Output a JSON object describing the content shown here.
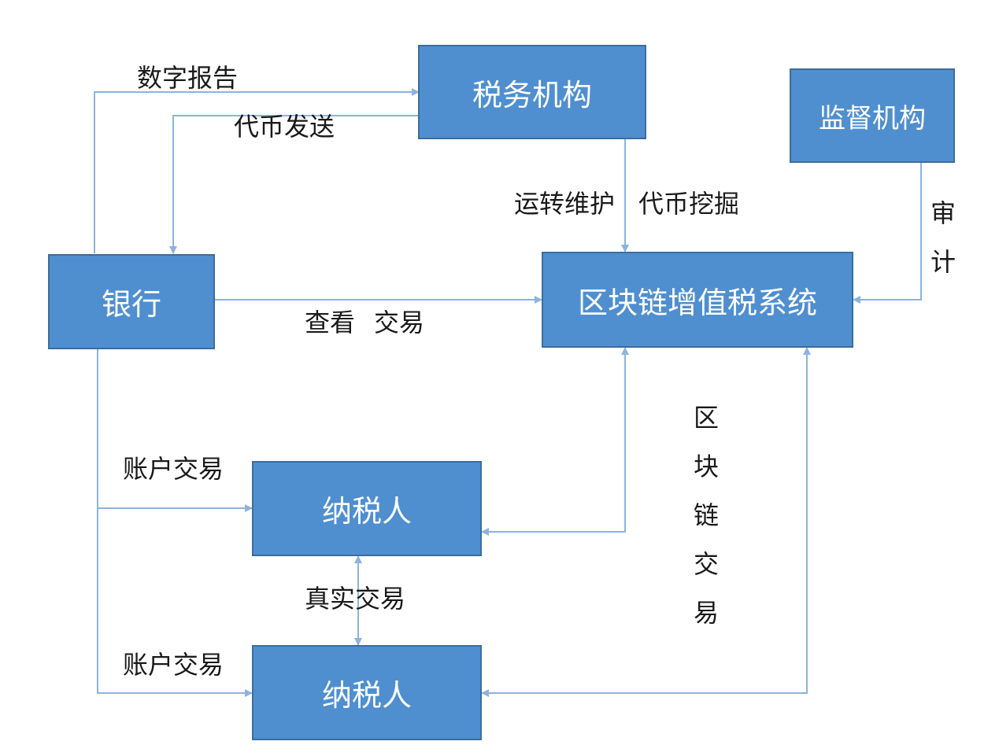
{
  "nodes": {
    "tax_authority": "税务机构",
    "regulator": "监督机构",
    "bank": "银行",
    "blockchain_system": "区块链增值税系统",
    "taxpayer_1": "纳税人",
    "taxpayer_2": "纳税人"
  },
  "edges": {
    "digital_report": "数字报告",
    "token_send": "代币发送",
    "ops_maintenance": "运转维护",
    "token_mining": "代币挖掘",
    "audit": [
      "审",
      "计"
    ],
    "view_transactions_1": "查看",
    "view_transactions_2": "交易",
    "account_transaction_1": "账户交易",
    "account_transaction_2": "账户交易",
    "real_transaction": "真实交易",
    "blockchain_transaction": [
      "区",
      "块",
      "链",
      "交",
      "易"
    ]
  },
  "colors": {
    "node_fill": "#4f8fd0",
    "node_border": "#3c6c9e",
    "connector": "#8cb4de",
    "node_text": "#ffffff"
  }
}
